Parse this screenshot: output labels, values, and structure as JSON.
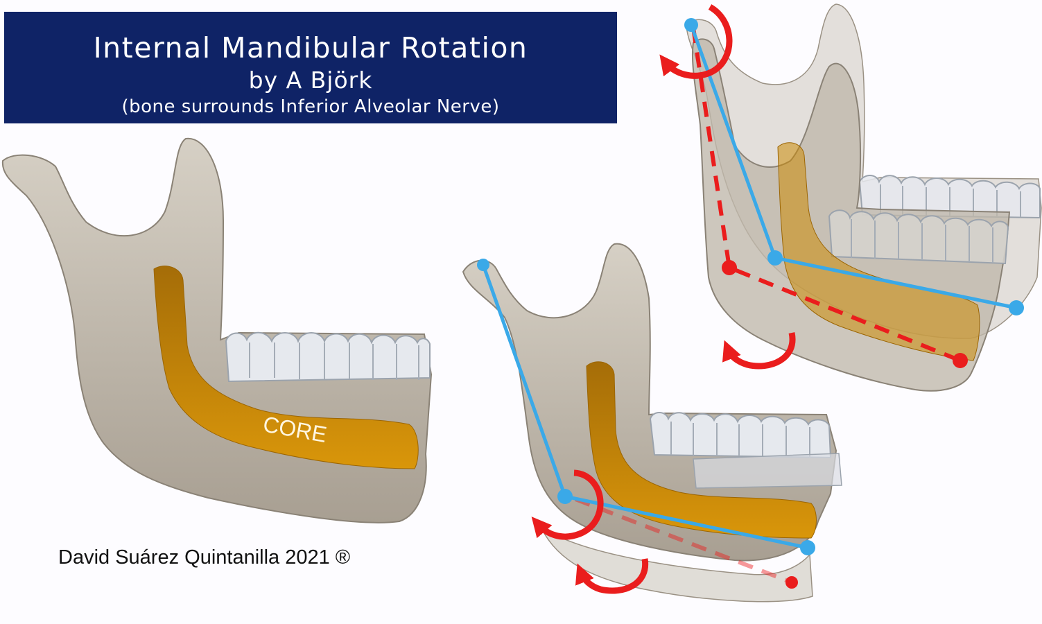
{
  "title": {
    "line1": "Internal Mandibular Rotation",
    "line2": "by A Björk",
    "line3": "(bone surrounds Inferior Alveolar Nerve)"
  },
  "core_label": "CORE",
  "credit": "David Suárez Quintanilla 2021 ®",
  "colors": {
    "title_bg": "#0f2366",
    "bone": "#c8c1b6",
    "bone_shade": "#9c9388",
    "teeth": "#e6e9ee",
    "core": "#cc8b06",
    "blue_line": "#3aa9e8",
    "red_line": "#ea1d1d",
    "rotation_arrow": "#ea1d1d"
  }
}
